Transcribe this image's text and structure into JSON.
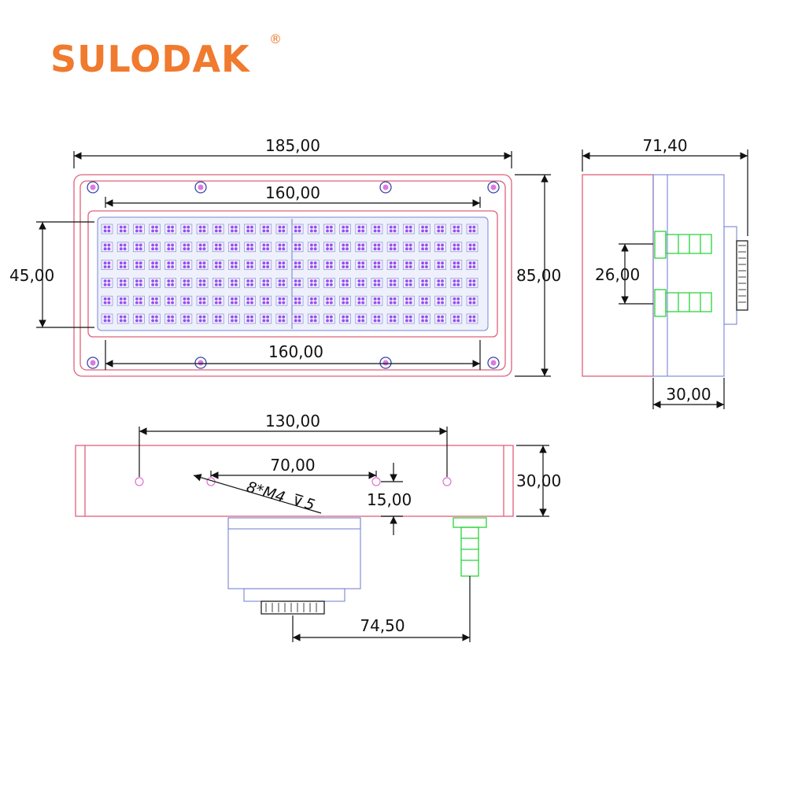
{
  "brand": {
    "name": "SULODAK",
    "registered_mark": "®"
  },
  "colors": {
    "brand": "#f07a2e",
    "outline": "#e0607a",
    "inner": "#7a86d6",
    "fitting": "#2bd23a",
    "led": "#9a4cf0"
  },
  "front_view": {
    "width_label": "185,00",
    "height_label": "85,00",
    "led_length_top_label": "160,00",
    "led_length_bottom_label": "160,00",
    "led_height_label": "45,00",
    "led_rows": 6,
    "led_cols": 24,
    "screws": 8
  },
  "side_view": {
    "depth_label": "71,40",
    "fitting_spacing_label": "26,00",
    "body_depth_label": "30,00"
  },
  "bottom_view": {
    "hole_spacing_label": "130,00",
    "inner_hole_spacing_label": "70,00",
    "thread_label": "8*M4",
    "thread_depth_label": "5",
    "hole_height_label": "15,00",
    "thickness_label": "30,00",
    "offset_label": "74,50"
  }
}
